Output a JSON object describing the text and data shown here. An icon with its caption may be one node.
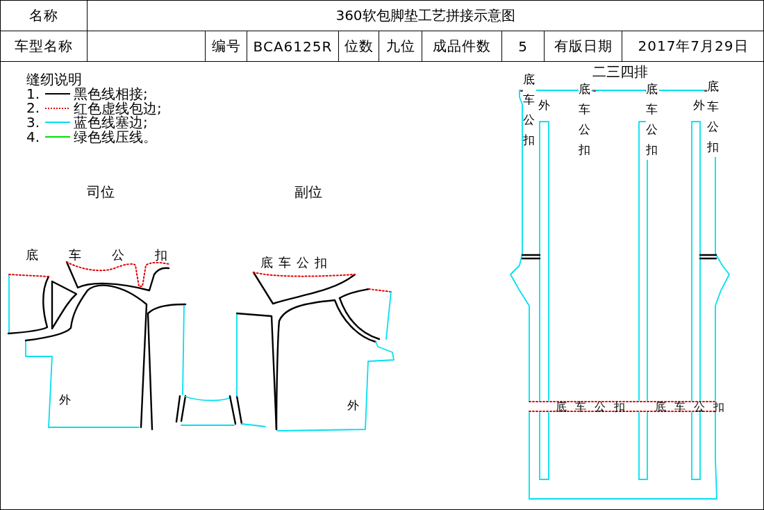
{
  "diagram": {
    "title": "360软包脚垫工艺拼接示意图",
    "labels": [
      "名称",
      "车型名称",
      "编号",
      "BCA6125R",
      "位数",
      "九位",
      "成品件数",
      "5",
      "有版日期",
      "2017年7月29日",
      "缝纫说明",
      "1.",
      "2.",
      "3.",
      "4.",
      "司位",
      "副位",
      "底车公扣",
      "底车公扣",
      "二三四排",
      "底车公扣",
      "外",
      "底车公扣",
      "底车公扣",
      "外",
      "底车公扣",
      "外",
      "外",
      "底车公扣",
      "底车公扣"
    ],
    "legend": [
      {
        "text": "黑色线相接;"
      },
      {
        "text": "红色虚线包边;"
      },
      {
        "text": "蓝色线塞边;"
      },
      {
        "text": "绿色线压线。"
      }
    ]
  }
}
